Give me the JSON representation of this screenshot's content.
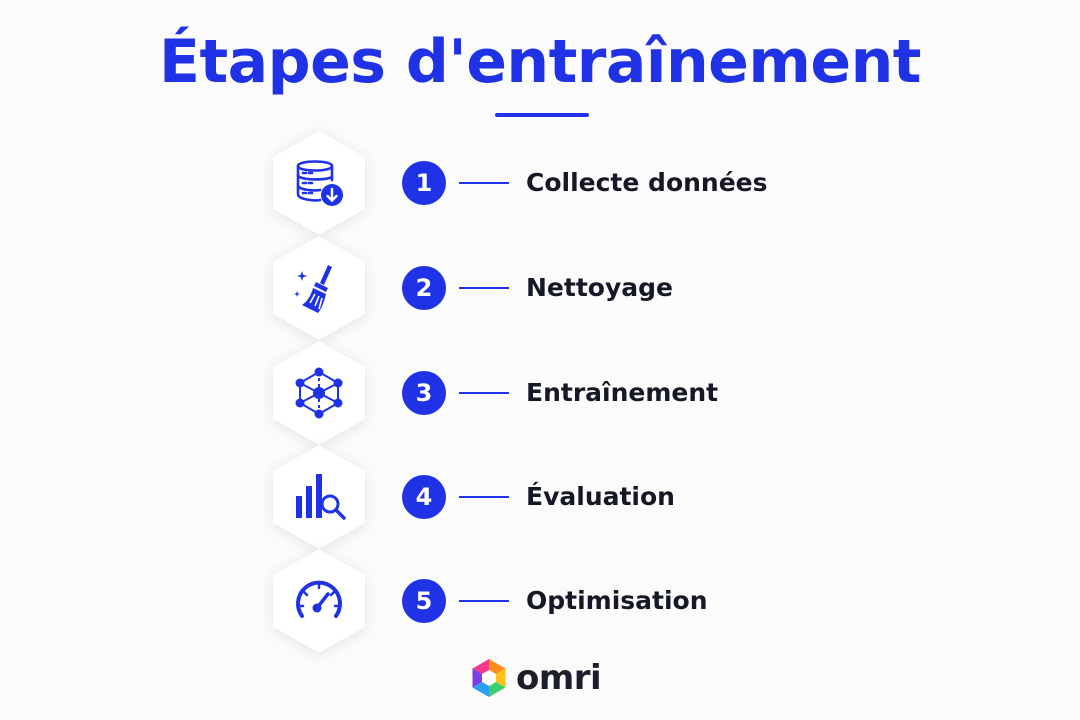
{
  "title": "Étapes d'entraînement",
  "colors": {
    "accent": "#1f32e6",
    "text": "#161828",
    "background": "#fbfbfb"
  },
  "steps": [
    {
      "number": "1",
      "label": "Collecte données",
      "icon": "database-download-icon"
    },
    {
      "number": "2",
      "label": "Nettoyage",
      "icon": "broom-sparkle-icon"
    },
    {
      "number": "3",
      "label": "Entraînement",
      "icon": "neural-network-icon"
    },
    {
      "number": "4",
      "label": "Évaluation",
      "icon": "bar-chart-magnifier-icon"
    },
    {
      "number": "5",
      "label": "Optimisation",
      "icon": "speedometer-icon"
    }
  ],
  "logo": {
    "text": "omri",
    "icon": "omri-hexagon-logo"
  }
}
